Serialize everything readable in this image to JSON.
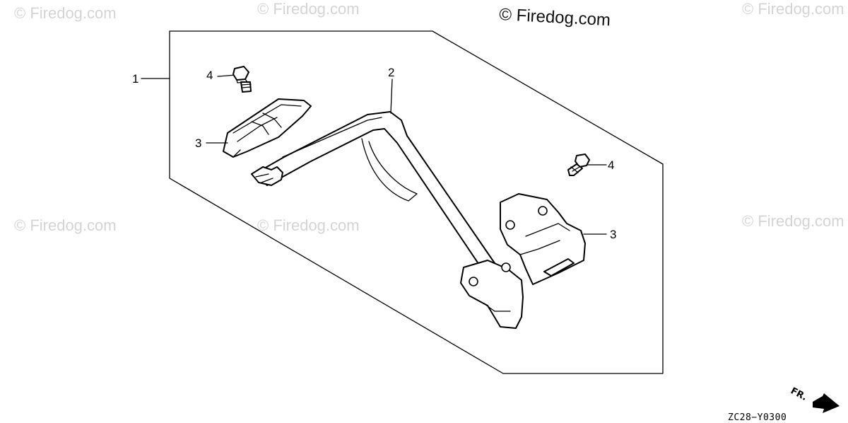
{
  "watermark": {
    "main": "© Firedog.com",
    "faded": "© Firedog.com"
  },
  "callouts": {
    "assembly": "1",
    "bracket": "2",
    "holder_left": "3",
    "holder_right": "3",
    "bolt_left": "4",
    "bolt_right": "4"
  },
  "direction_label": "FR.",
  "reference_code": "ZC28−Y0300",
  "colors": {
    "line": "#000000",
    "background": "#ffffff",
    "watermark_faded": "#d4d4d4"
  }
}
